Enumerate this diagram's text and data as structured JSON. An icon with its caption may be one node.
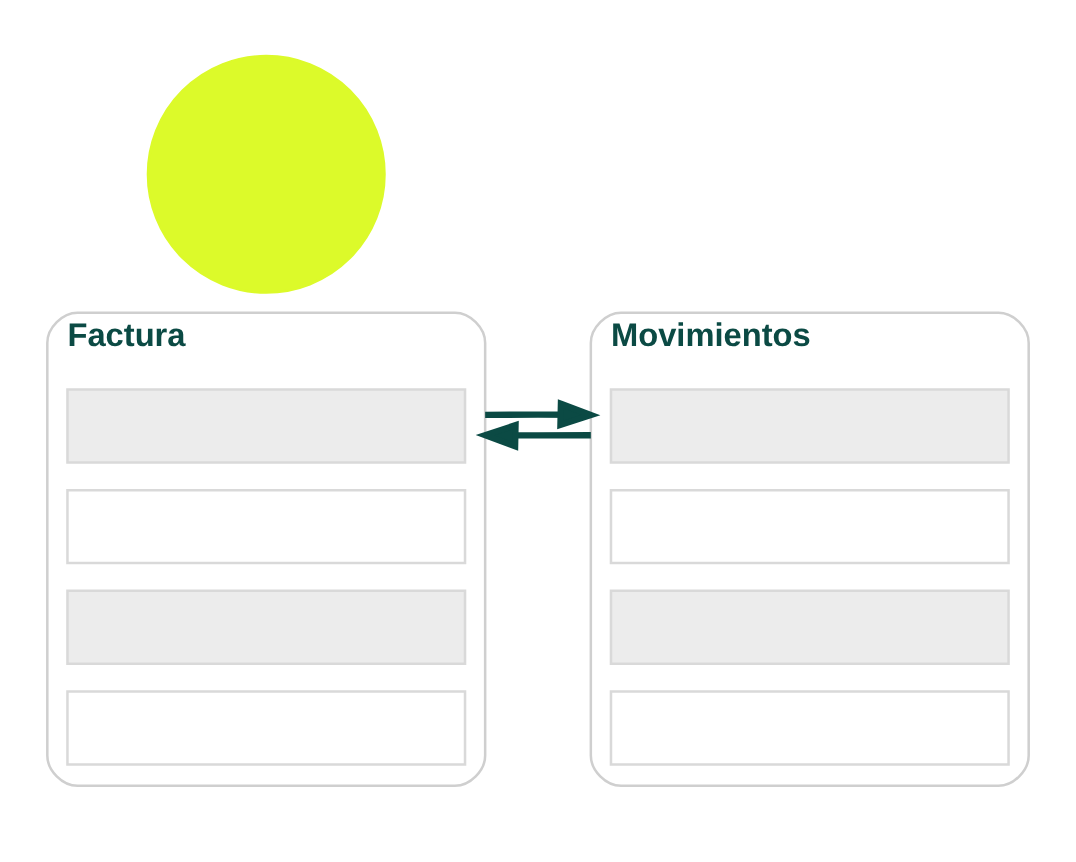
{
  "diagram": {
    "nodes": [
      {
        "text": [
          "Factura"
        ]
      },
      {
        "text": [],
        "shape": "bar",
        "in": 0
      },
      {
        "text": [],
        "shape": "bar",
        "in": 0
      },
      {
        "text": [],
        "shape": "bar",
        "in": 0
      },
      {
        "text": [],
        "shape": "bar",
        "in": 0
      },
      {
        "text": [
          "Movimientos"
        ]
      },
      {
        "text": [],
        "shape": "bar",
        "in": 5
      },
      {
        "text": [],
        "shape": "bar",
        "in": 5
      },
      {
        "text": [],
        "shape": "bar",
        "in": 5
      },
      {
        "text": [],
        "shape": "bar",
        "in": 5
      },
      {
        "text": [],
        "shape": "circle"
      }
    ],
    "edges": [
      {
        "from": 0,
        "to": 5,
        "arrow": "to"
      },
      {
        "from": 5,
        "to": 0,
        "arrow": "to"
      }
    ]
  }
}
